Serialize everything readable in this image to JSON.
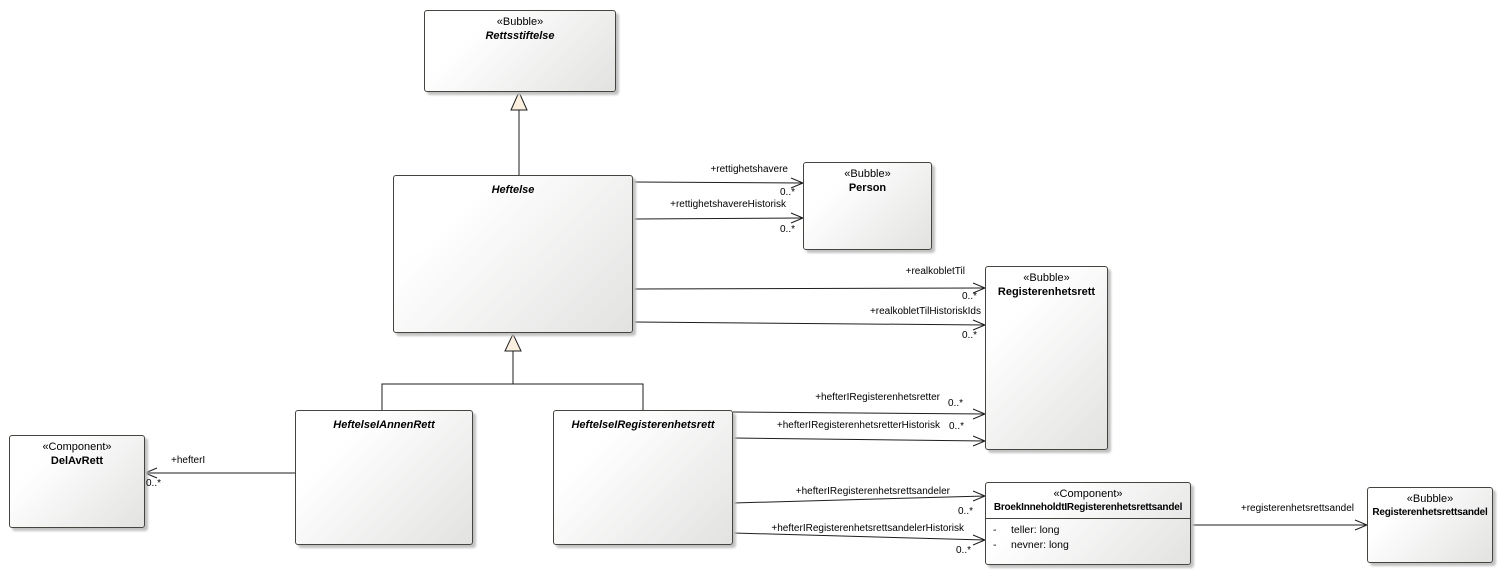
{
  "diagram": {
    "nodes": {
      "rettsstiftelse": {
        "stereotype": "«Bubble»",
        "name": "Rettsstiftelse"
      },
      "heftelse": {
        "name": "Heftelse"
      },
      "person": {
        "stereotype": "«Bubble»",
        "name": "Person"
      },
      "registerenhetsrett": {
        "stereotype": "«Bubble»",
        "name": "Registerenhetsrett"
      },
      "heftelse_i_annen_rett": {
        "name": "HeftelseIAnnenRett"
      },
      "heftelse_i_registerenhetsrett": {
        "name": "HeftelseIRegisterenhetsrett"
      },
      "del_av_rett": {
        "stereotype": "«Component»",
        "name": "DelAvRett"
      },
      "broek": {
        "stereotype": "«Component»",
        "name": "BroekInneholdtIRegisterenhetsrettsandel",
        "attributes": [
          {
            "visibility": "-",
            "text": "teller: long"
          },
          {
            "visibility": "-",
            "text": "nevner: long"
          }
        ]
      },
      "registerenhetsrettsandel": {
        "stereotype": "«Bubble»",
        "name": "Registerenhetsrettsandel"
      }
    },
    "edges": {
      "rettighetshavere": {
        "label": "+rettighetshavere",
        "multiplicity": "0..*"
      },
      "rettighetshavere_historisk": {
        "label": "+rettighetshavereHistorisk",
        "multiplicity": "0..*"
      },
      "realkoblet_til": {
        "label": "+realkobletTil",
        "multiplicity": "0..*"
      },
      "realkoblet_til_historisk_ids": {
        "label": "+realkobletTilHistoriskIds",
        "multiplicity": "0..*"
      },
      "hefter_i_registerenhetsretter": {
        "label": "+hefterIRegisterenhetsretter",
        "multiplicity": "0..*"
      },
      "hefter_i_registerenhetsretter_historisk": {
        "label": "+hefterIRegisterenhetsretterHistorisk",
        "multiplicity": "0..*"
      },
      "hefter_i_registerenhetsrettsandeler": {
        "label": "+hefterIRegisterenhetsrettsandeler",
        "multiplicity": "0..*"
      },
      "hefter_i_registerenhetsrettsandeler_historisk": {
        "label": "+hefterIRegisterenhetsrettsandelerHistorisk",
        "multiplicity": "0..*"
      },
      "hefter_i": {
        "label": "+hefterI",
        "multiplicity": "0..*"
      },
      "registerenhetsrettsandel_ref": {
        "label": "+registerenhetsrettsandel"
      }
    },
    "colors": {
      "node_border": "#45453f",
      "node_fill_light": "#ffffff",
      "node_fill_dark": "#e2e2e1",
      "line": "#1e1e1e",
      "generalization_fill": "#fbf0e0"
    }
  }
}
